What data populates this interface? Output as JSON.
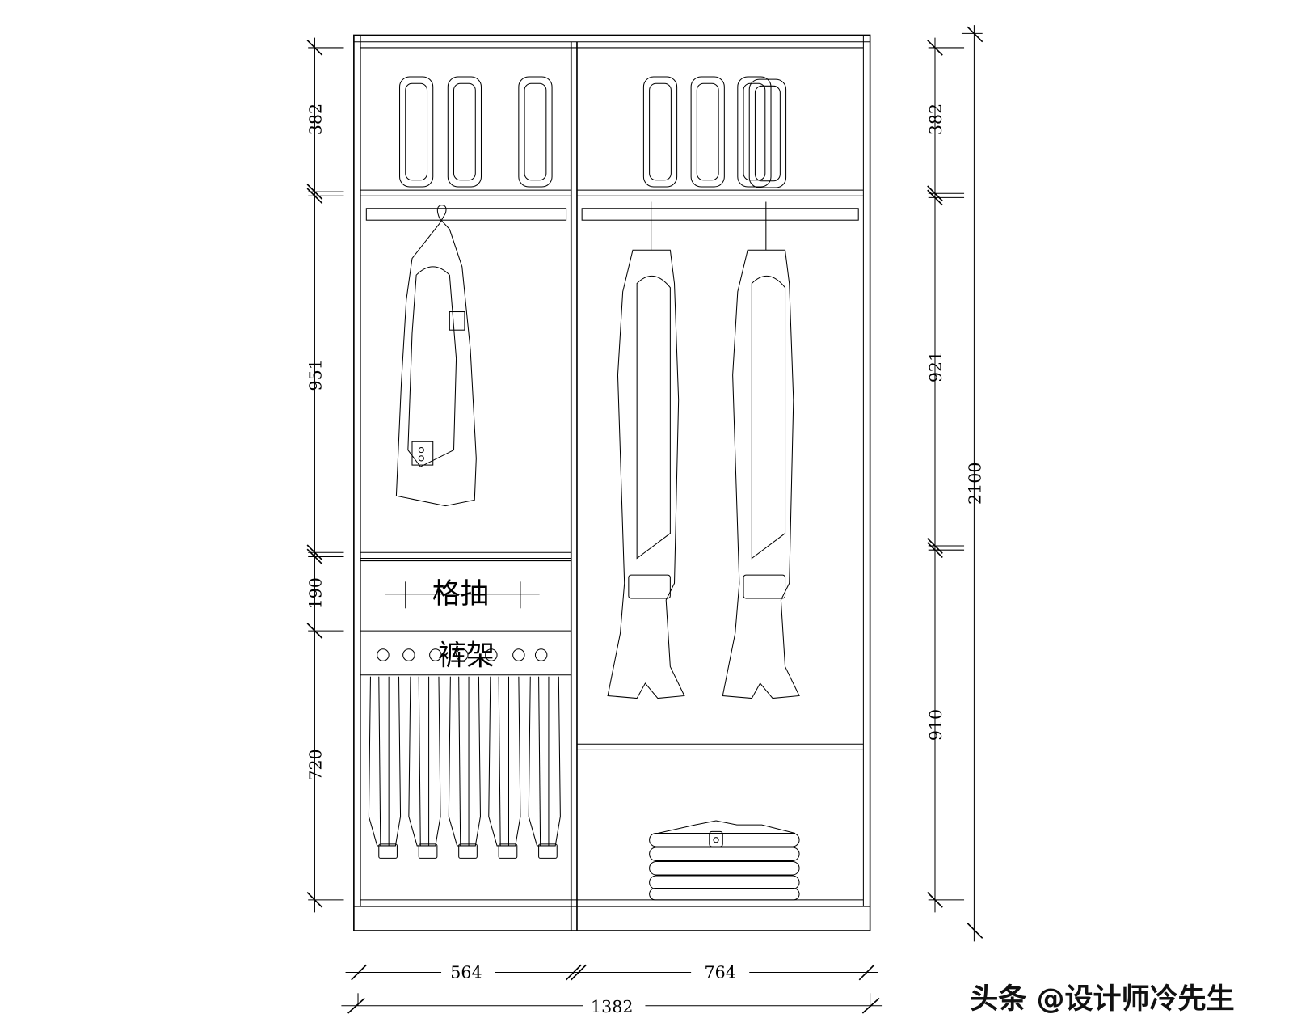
{
  "labels": {
    "drawer": "格抽",
    "trouser_rack": "裤架"
  },
  "dimensions": {
    "left": [
      "382",
      "951",
      "190",
      "720"
    ],
    "right": [
      "382",
      "921",
      "910"
    ],
    "total_height": "2100",
    "bottom_sections": [
      "564",
      "764"
    ],
    "total_width": "1382"
  },
  "watermark": "头条 @设计师冷先生",
  "colors": {
    "line": "#000000",
    "background": "#ffffff"
  }
}
